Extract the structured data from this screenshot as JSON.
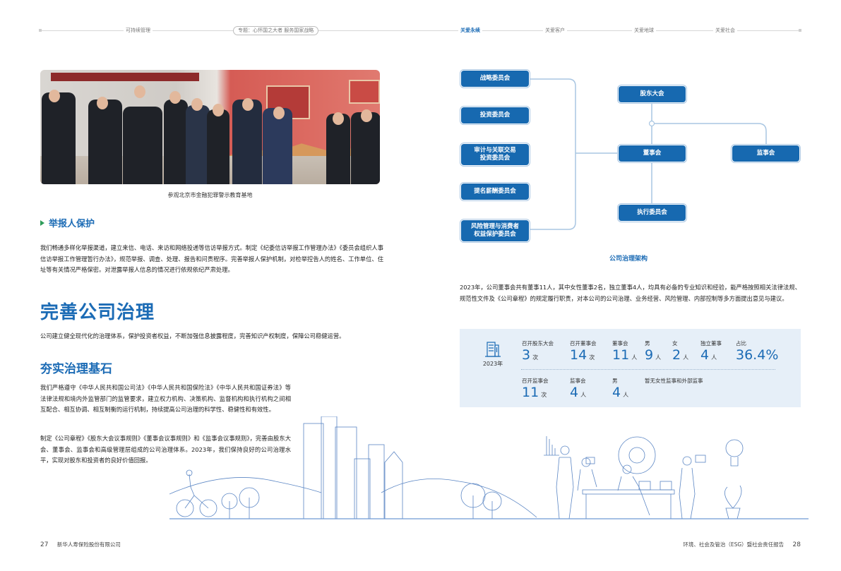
{
  "top_nav": {
    "items": [
      {
        "label": "可持续管理",
        "active": false
      },
      {
        "label": "专题：心怀国之大者 服务国家战略",
        "active": false
      },
      {
        "label": "关爱永续",
        "active": true
      },
      {
        "label": "关爱客户",
        "active": false
      },
      {
        "label": "关爱地球",
        "active": false
      },
      {
        "label": "关爱社会",
        "active": false
      }
    ]
  },
  "photo": {
    "caption": "参观北京市金融犯罪警示教育基地"
  },
  "whistleblower": {
    "heading": "举报人保护",
    "body": "我们畅通多样化举报渠道，建立来信、电话、来访和网络投递等信访举报方式。制定《纪委信访举报工作管理办法》《委员会组织人事信访举报工作管理暂行办法》，规范举报、调查、处理、报告和问责程序。完善举报人保护机制，对检举控告人的姓名、工作单位、住址等有关情况严格保密。对泄露举报人信息的情况进行依规依纪严肃处理。"
  },
  "governance": {
    "title": "完善公司治理",
    "intro": "公司建立健全现代化的治理体系，保护投资者权益，不断加强信息披露程度，完善知识产权制度，保障公司稳健运营。",
    "subtitle": "夯实治理基石",
    "para1": "我们严格遵守《中华人民共和国公司法》《中华人民共和国保险法》《中华人民共和国证券法》等法律法规和境内外监管部门的监管要求，建立权力机构、决策机构、监督机构和执行机构之间相互配合、相互协调、相互制衡的运行机制，持续提高公司治理的科学性、稳健性和有效性。",
    "para2": "制定《公司章程》《股东大会议事规则》《董事会议事规则》和《监事会议事规则》，完善由股东大会、董事会、监事会和高级管理层组成的公司治理体系。2023年，我们保持良好的公司治理水平，实现对股东和投资者的良好价值回报。"
  },
  "org_chart": {
    "title": "公司治理架构",
    "committees": [
      {
        "line1": "战略委员会",
        "line2": ""
      },
      {
        "line1": "投资委员会",
        "line2": ""
      },
      {
        "line1": "审计与关联交易",
        "line2": "投资委员会"
      },
      {
        "line1": "提名薪酬委员会",
        "line2": ""
      },
      {
        "line1": "风险管理与消费者",
        "line2": "权益保护委员会"
      }
    ],
    "shareholders": "股东大会",
    "board": "董事会",
    "supervisors": "监事会",
    "executive": "执行委员会"
  },
  "board_summary": "2023年，公司董事会共有董事11人，其中女性董事2名，独立董事4人，均具有必备的专业知识和经验，能严格按照相关法律法规、规范性文件及《公司章程》的规定履行职责，对本公司的公司治理、业务经营、风险管理、内部控制等多方面提出意见与建议。",
  "stats": {
    "year": "2023年",
    "row1": [
      {
        "label": "召开股东大会",
        "value": "3",
        "unit": "次"
      },
      {
        "label": "召开董事会",
        "value": "14",
        "unit": "次"
      },
      {
        "label": "董事会",
        "value": "11",
        "unit": "人"
      },
      {
        "label": "男",
        "value": "9",
        "unit": "人"
      },
      {
        "label": "女",
        "value": "2",
        "unit": "人"
      },
      {
        "label": "独立董事",
        "value": "4",
        "unit": "人"
      },
      {
        "label": "占比",
        "value": "36.4",
        "unit": "%"
      }
    ],
    "row2": [
      {
        "label": "召开监事会",
        "value": "11",
        "unit": "次"
      },
      {
        "label": "监事会",
        "value": "4",
        "unit": "人"
      },
      {
        "label": "男",
        "value": "4",
        "unit": "人"
      },
      {
        "label": "暂无女性监事和外部监事",
        "value": "",
        "unit": ""
      }
    ]
  },
  "footer": {
    "left_page": "27",
    "left_text": "新华人寿保险股份有限公司",
    "right_text": "环境、社会及管治（ESG）暨社会责任报告",
    "right_page": "28"
  },
  "colors": {
    "accent": "#1b6bb5",
    "box": "#1769b0",
    "panel": "#e6eff8",
    "arrow": "#2e9c5a"
  }
}
